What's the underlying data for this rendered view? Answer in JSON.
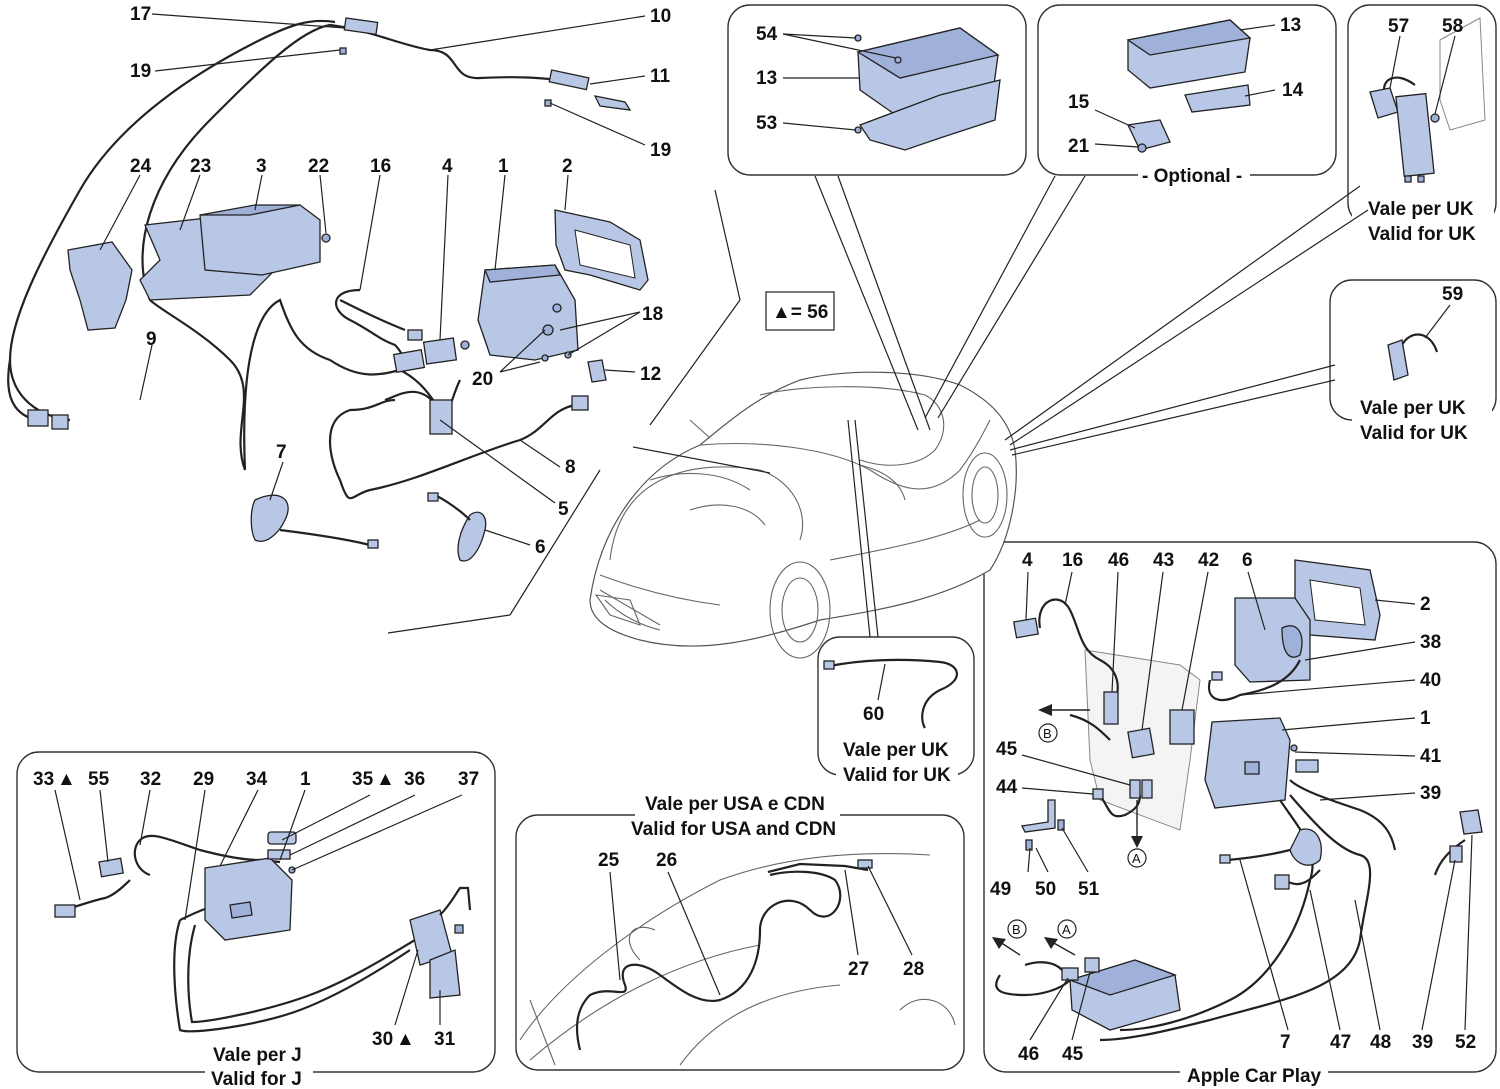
{
  "labels": {
    "p17": "17",
    "p10": "10",
    "p19a": "19",
    "p11": "11",
    "p19b": "19",
    "p24": "24",
    "p23": "23",
    "p3": "3",
    "p22": "22",
    "p16": "16",
    "p4": "4",
    "p1": "1",
    "p2": "2",
    "p18": "18",
    "p20": "20",
    "p12": "12",
    "p9": "9",
    "p7": "7",
    "p8": "8",
    "p5": "5",
    "p6": "6",
    "p54": "54",
    "p13a": "13",
    "p53": "53",
    "p13b": "13",
    "p14": "14",
    "p15": "15",
    "p21": "21",
    "p57": "57",
    "p58": "58",
    "p59": "59",
    "p60": "60",
    "p25": "25",
    "p26": "26",
    "p27": "27",
    "p28": "28",
    "j33": "33",
    "j55": "55",
    "j32": "32",
    "j29": "29",
    "j34": "34",
    "j1": "1",
    "j35": "35",
    "j36": "36",
    "j37": "37",
    "j30": "30",
    "j31": "31",
    "a4": "4",
    "a16": "16",
    "a46": "46",
    "a43": "43",
    "a42": "42",
    "a6": "6",
    "a2": "2",
    "a38": "38",
    "a40": "40",
    "a1": "1",
    "a41": "41",
    "a39": "39",
    "a45": "45",
    "a44": "44",
    "a49": "49",
    "a50": "50",
    "a51": "51",
    "a7": "7",
    "a47": "47",
    "a48": "48",
    "a39b": "39",
    "a52": "52",
    "a46b": "46",
    "a45b": "45"
  },
  "triangle_note": "▲= 56",
  "triangle": "▲",
  "circ": {
    "A": "A",
    "B": "B"
  },
  "captions": {
    "optional": "- Optional -",
    "uk1_it": "Vale per UK",
    "uk1_en": "Valid for UK",
    "uk2_it": "Vale per UK",
    "uk2_en": "Valid for UK",
    "uk3_it": "Vale per UK",
    "uk3_en": "Valid for UK",
    "usa_it": "Vale per USA e CDN",
    "usa_en": "Valid for USA and CDN",
    "j_it": "Vale per J",
    "j_en": "Valid for J",
    "carplay": "Apple Car Play"
  }
}
